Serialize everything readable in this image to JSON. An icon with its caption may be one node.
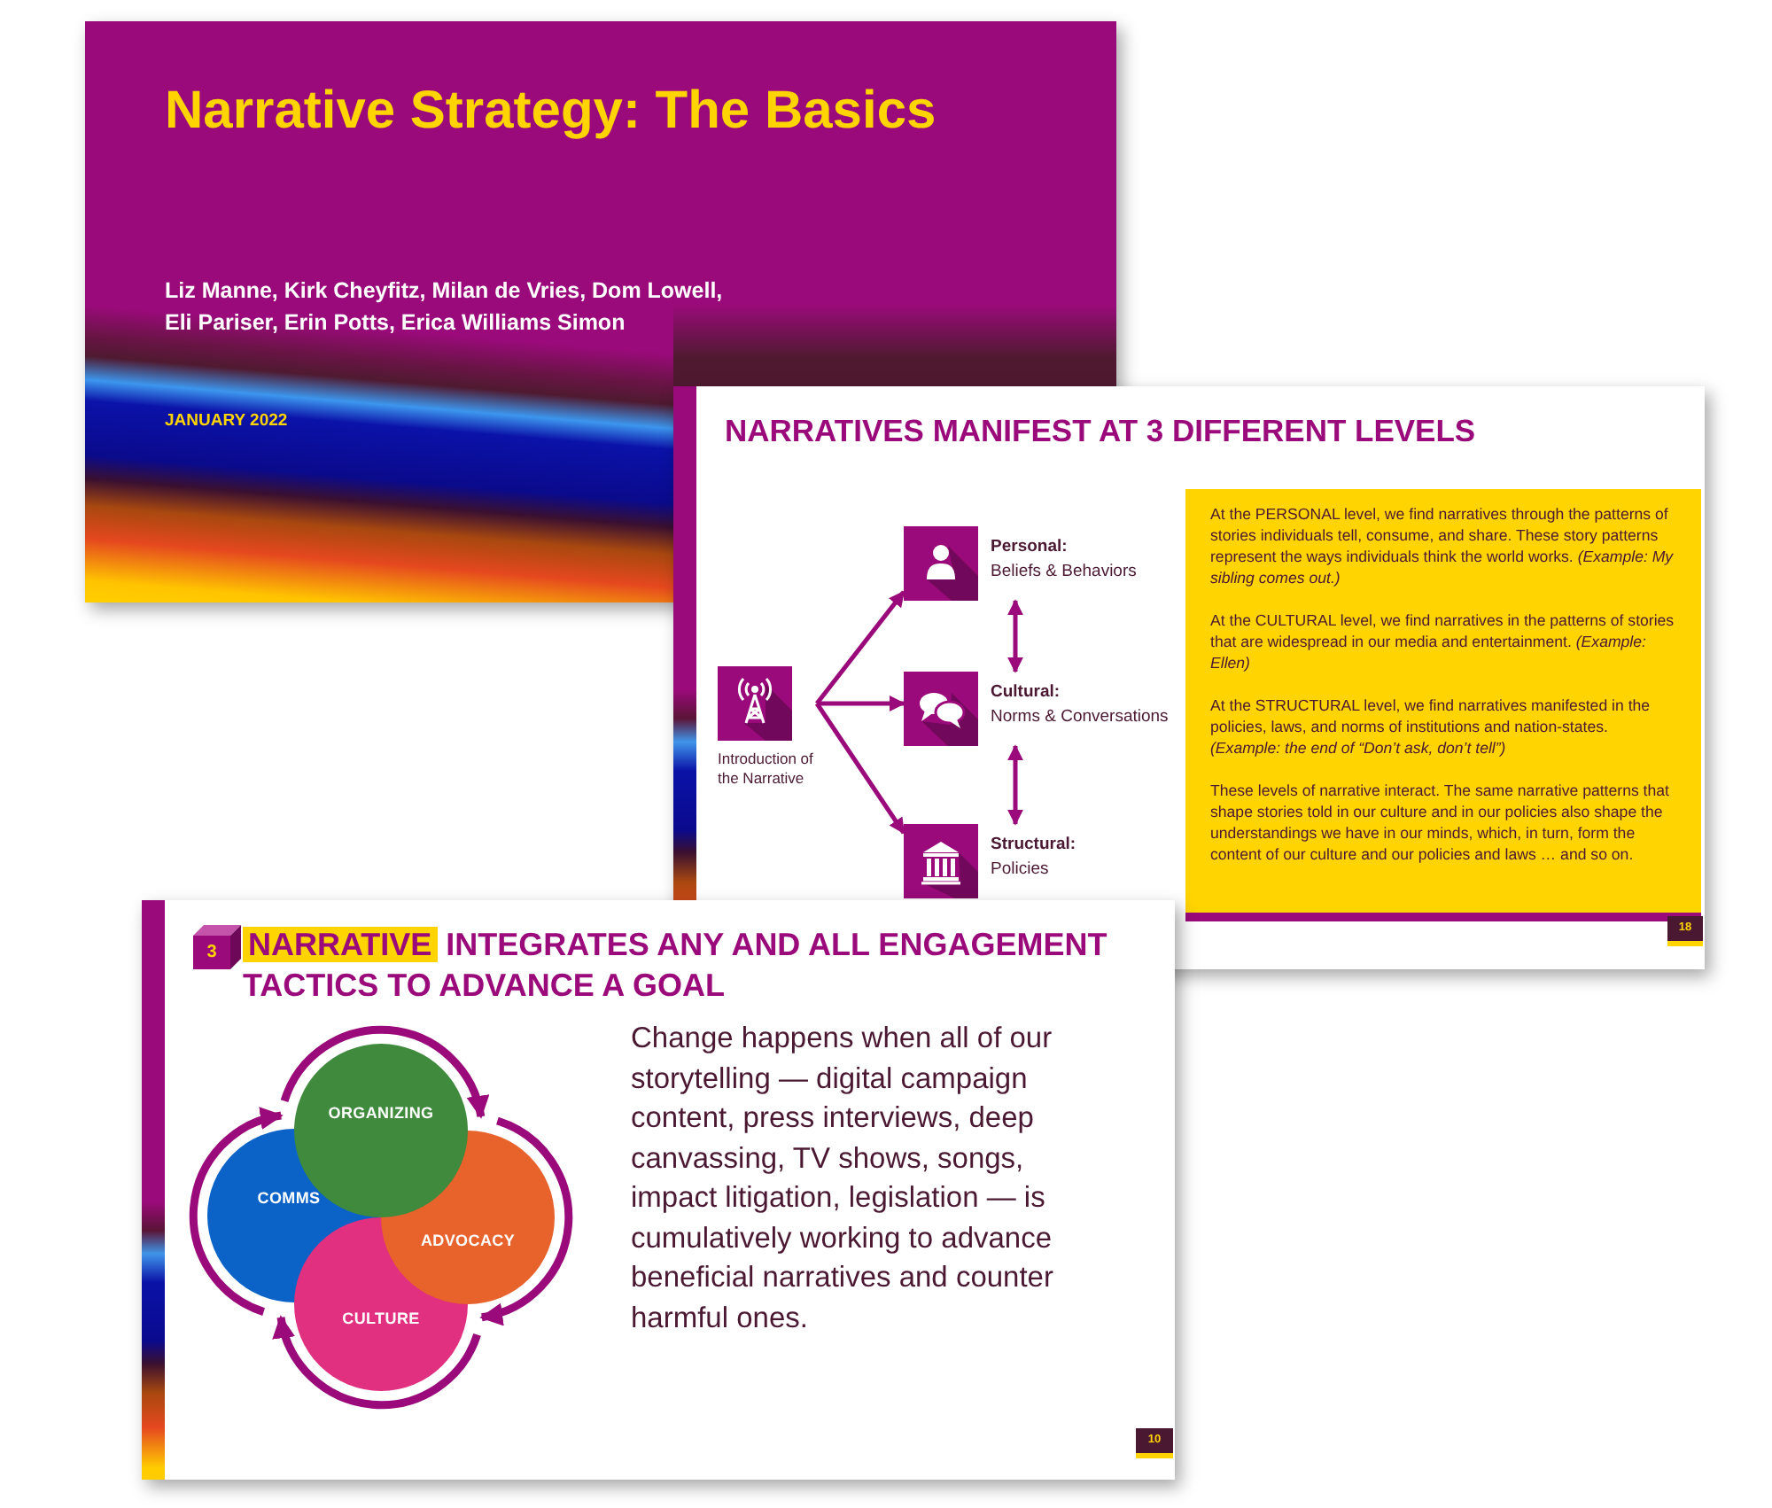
{
  "diagram": {
    "title": "Narrative Strategy: The Basics",
    "nodes": [
      {
        "text": [
          "Introduction of the Narrative"
        ]
      },
      {
        "text": [
          "Personal:",
          "Beliefs & Behaviors"
        ]
      },
      {
        "text": [
          "Cultural:",
          "Norms & Conversations"
        ]
      },
      {
        "text": [
          "Structural:",
          "Policies"
        ]
      },
      {
        "text": [
          "At the PERSONAL level, we find narratives through the patterns of stories individuals tell, consume, and share. These story patterns represent the ways individuals think the world works. *(Example: My sibling comes out.)*",
          "At the CULTURAL level, we find narratives in the patterns of stories that are widespread in our media and entertainment. *(Example: Ellen)*",
          "At the STRUCTURAL level, we find narratives manifested in the policies, laws, and norms of institutions and nation-states. *(Example: the end of “Don’t ask, don’t tell”)*",
          "These levels of narrative interact. The same narrative patterns that shape stories told in our culture and in our policies also shape the understandings we have in our minds, which, in turn, form the content of our culture and our policies and laws … and so on."
        ]
      },
      {
        "text": [
          "18"
        ]
      },
      {
        "text": [
          "3"
        ]
      },
      {
        "text": [
          "ORGANIZING"
        ]
      },
      {
        "text": [
          "COMMS"
        ]
      },
      {
        "text": [
          "ADVOCACY"
        ]
      },
      {
        "text": [
          "CULTURE"
        ]
      },
      {
        "text": [
          "10"
        ]
      }
    ],
    "edges": [
      {
        "from": 0,
        "to": 1,
        "arrow": "to"
      },
      {
        "from": 0,
        "to": 2,
        "arrow": "to"
      },
      {
        "from": 0,
        "to": 3,
        "arrow": "to"
      },
      {
        "from": 1,
        "to": 2,
        "arrow": "both"
      },
      {
        "from": 2,
        "to": 3,
        "arrow": "both"
      },
      {
        "from": 8,
        "to": 7,
        "arrow": "to",
        "style": "thick"
      },
      {
        "from": 7,
        "to": 9,
        "arrow": "to",
        "style": "thick"
      },
      {
        "from": 9,
        "to": 10,
        "arrow": "to",
        "style": "thick"
      },
      {
        "from": 10,
        "to": 8,
        "arrow": "to",
        "style": "thick"
      }
    ],
    "labels": [
      "Liz Manne, Kirk Cheyfitz, Milan de Vries, Dom Lowell, Eli Pariser, Erin Potts, Erica Williams Simon",
      "JANUARY 2022",
      "NARRATIVES MANIFEST AT 3 DIFFERENT LEVELS",
      "NARRATIVE INTEGRATES ANY AND ALL ENGAGEMENT TACTICS TO ADVANCE A GOAL",
      "Change happens when all of our storytelling — digital campaign content, press interviews, deep canvassing, TV shows, songs, impact litigation, legislation — is cumulatively working to advance beneficial narratives and counter harmful ones."
    ]
  }
}
